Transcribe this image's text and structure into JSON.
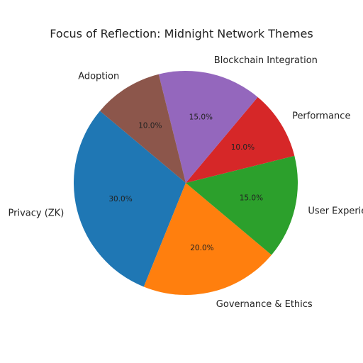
{
  "chart_data": {
    "type": "pie",
    "title": "Focus of Reflection: Midnight Network Themes",
    "slices": [
      {
        "label": "Privacy (ZK)",
        "value": 30.0,
        "pct_text": "30.0%",
        "color": "#1f77b4"
      },
      {
        "label": "Governance & Ethics",
        "value": 20.0,
        "pct_text": "20.0%",
        "color": "#ff7f0e"
      },
      {
        "label": "User Experience",
        "value": 15.0,
        "pct_text": "15.0%",
        "color": "#2ca02c"
      },
      {
        "label": "Performance",
        "value": 10.0,
        "pct_text": "10.0%",
        "color": "#d62728"
      },
      {
        "label": "Blockchain Integration",
        "value": 15.0,
        "pct_text": "15.0%",
        "color": "#9467bd"
      },
      {
        "label": "Adoption",
        "value": 10.0,
        "pct_text": "10.0%",
        "color": "#8c564b"
      }
    ],
    "start_angle_deg": 140,
    "direction": "counterclockwise"
  }
}
